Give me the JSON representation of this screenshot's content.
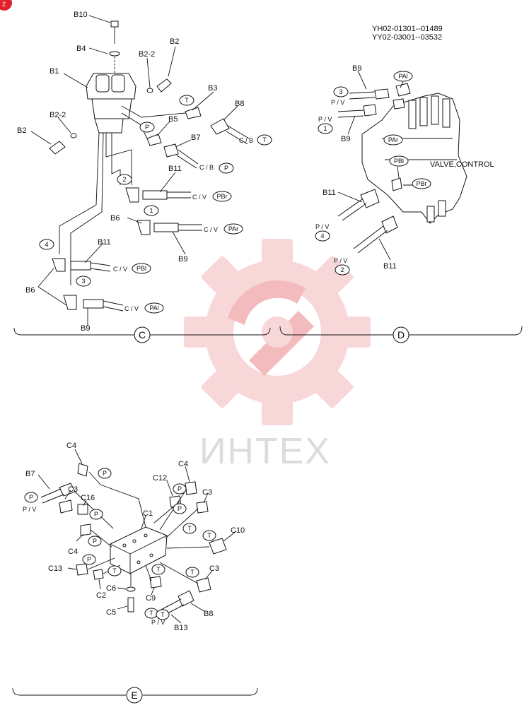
{
  "brand": {
    "watermark_text": "ИНТЕХ",
    "accent": "#e0202a",
    "watermark_color": "#f7c9cb",
    "badge_text": "2"
  },
  "header": {
    "serial_1": "YH02-01301--01489",
    "serial_2": "YY02-03001--03532"
  },
  "sections": {
    "c": "C",
    "d": "D",
    "e": "E"
  },
  "diagram_c": {
    "labels": [
      "B10",
      "B4",
      "B2",
      "B2-2",
      "B1",
      "B3",
      "B8",
      "B2-2",
      "B2",
      "B5",
      "B7",
      "B11",
      "B6",
      "B11",
      "B9",
      "B6",
      "B9",
      "C / B",
      "C / B",
      "C / V",
      "C / V",
      "C / V",
      "C / V"
    ],
    "circles": [
      "T",
      "T",
      "P",
      "P",
      "PBr",
      "PAr",
      "PBl",
      "PAl"
    ],
    "numbers": [
      "2",
      "1",
      "4",
      "3"
    ]
  },
  "diagram_d": {
    "labels": [
      "B9",
      "P / V",
      "P / V",
      "B9",
      "VALVE,CONTROL",
      "B11",
      "P / V",
      "P / V",
      "B11"
    ],
    "circles": [
      "PAl",
      "PAr",
      "PBl",
      "PBr"
    ],
    "numbers": [
      "3",
      "1",
      "4",
      "2"
    ]
  },
  "diagram_e": {
    "labels": [
      "C4",
      "B7",
      "P / V",
      "C3",
      "C16",
      "C4",
      "C13",
      "C2",
      "C6",
      "C5",
      "C12",
      "C4",
      "C3",
      "C1",
      "C10",
      "C9",
      "C3",
      "B8",
      "B13",
      "P / V"
    ],
    "circles": [
      "P",
      "P",
      "P",
      "P",
      "P",
      "P",
      "T",
      "T",
      "T",
      "T",
      "T",
      "T",
      "P",
      "T"
    ]
  }
}
